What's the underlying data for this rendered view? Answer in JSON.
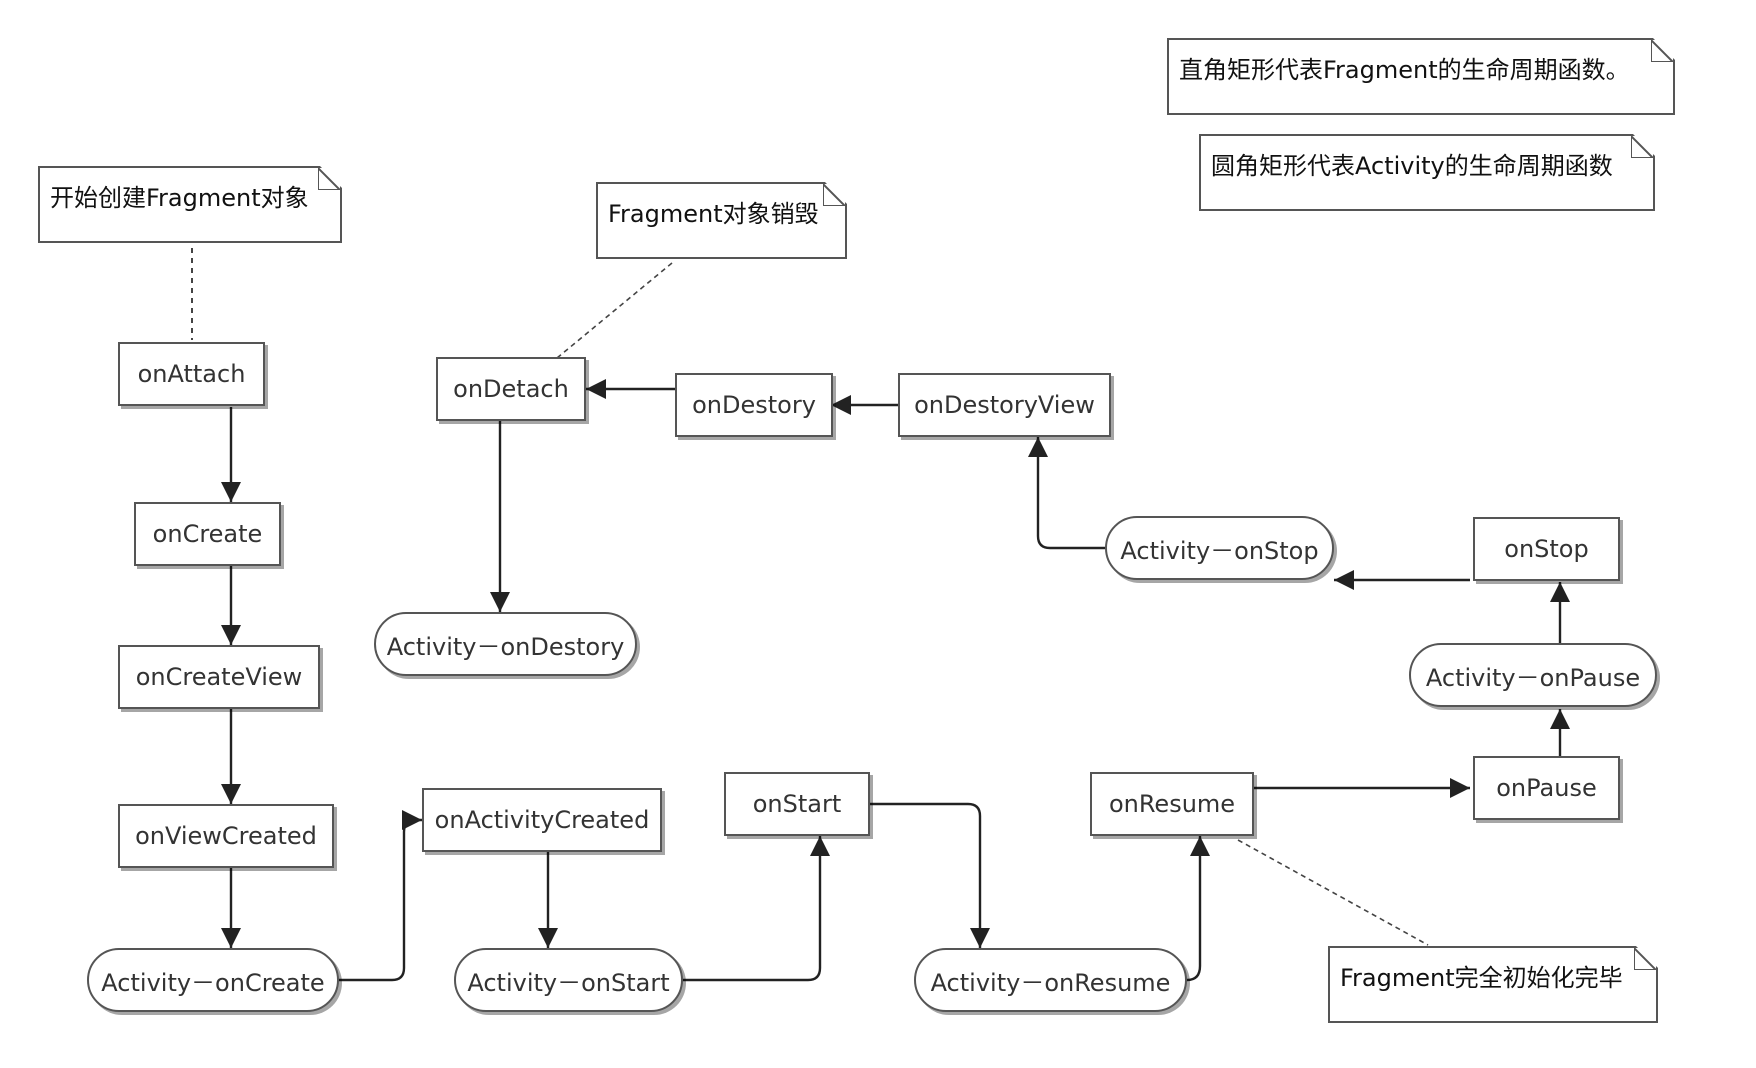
{
  "nodes": {
    "onAttach": "onAttach",
    "onCreate": "onCreate",
    "onCreateView": "onCreateView",
    "onViewCreated": "onViewCreated",
    "activityOnCreate": "Activity－onCreate",
    "onActivityCreated": "onActivityCreated",
    "activityOnStart": "Activity－onStart",
    "onStart": "onStart",
    "activityOnResume": "Activity－onResume",
    "onResume": "onResume",
    "onPause": "onPause",
    "activityOnPause": "Activity－onPause",
    "onStop": "onStop",
    "activityOnStop": "Activity－onStop",
    "onDestoryView": "onDestoryView",
    "onDestory": "onDestory",
    "onDetach": "onDetach",
    "activityOnDestory": "Activity－onDestory"
  },
  "notes": {
    "legendRect": "直角矩形代表Fragment的生命周期函数。",
    "legendRound": "圆角矩形代表Activity的生命周期函数",
    "startCreate": "开始创建Fragment对象",
    "destroyed": "Fragment对象销毁",
    "fullyInit": "Fragment完全初始化完毕"
  },
  "colors": {
    "line": "#222222",
    "border": "#555555",
    "text": "#333333"
  }
}
